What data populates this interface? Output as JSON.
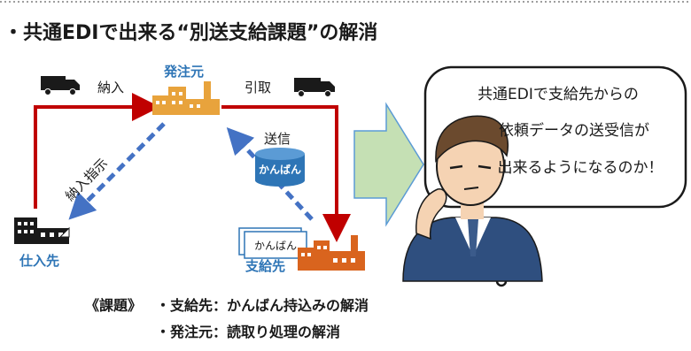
{
  "title": "・共通EDIで出来る“別送支給課題”の解消",
  "nodes": {
    "hatchumoto": "発注元",
    "shiiresaki": "仕入先",
    "shikyusaki": "支給先"
  },
  "flows": {
    "nonyu": "納入",
    "hikitori": "引取",
    "nonyu_shiji": "納入指示",
    "soshin": "送信"
  },
  "db_label": "かんばん",
  "card_label": "かんばん",
  "speech": {
    "line1": "共通EDIで支給先からの",
    "line2": "依頼データの送受信が",
    "line3": "出来るようになるのか！"
  },
  "issues": {
    "heading": "《課題》",
    "item1": "・支給先：かんばん持込みの解消",
    "item2": "・発注元：読取り処理の解消"
  },
  "colors": {
    "title": "#1a1a1a",
    "node_label": "#2e75b6",
    "red_arrow": "#c00000",
    "dashed_arrow": "#4472c4",
    "building_orange": "#e8a33c",
    "green_arrow": "#c5e0b4",
    "db_fill": "#2e75b6",
    "person_suit": "#2f4f7f"
  },
  "icons": [
    "truck-icon",
    "factory-icon",
    "building-icon",
    "database-icon",
    "person-icon"
  ]
}
